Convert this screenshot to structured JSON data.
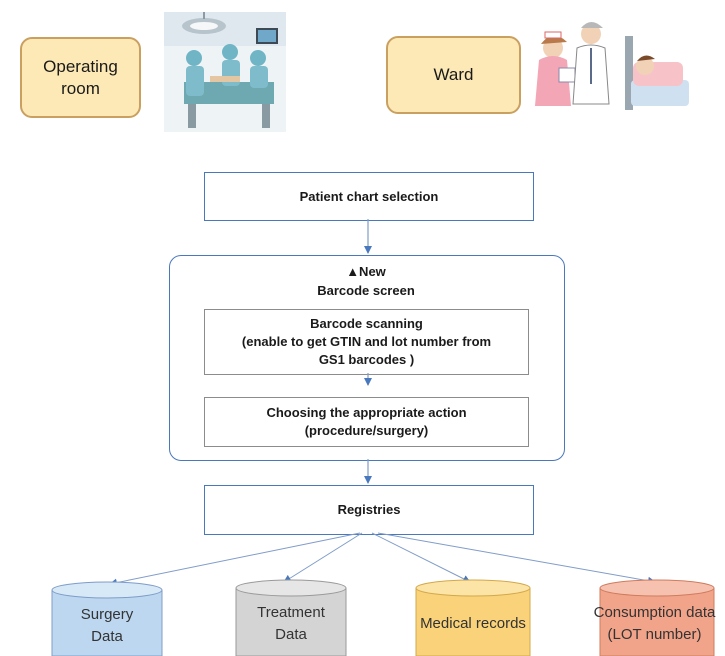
{
  "locations": {
    "operating_room": "Operating\nroom",
    "ward": "Ward"
  },
  "flow": {
    "patient_chart": "Patient chart selection",
    "new_marker": "▲New",
    "barcode_screen": "Barcode screen",
    "barcode_scanning": {
      "line1": "Barcode scanning",
      "line2": "(enable to get GTIN and lot number from",
      "line3": "GS1 barcodes )"
    },
    "choosing_action": {
      "line1": "Choosing the appropriate action",
      "line2": "(procedure/surgery)"
    },
    "registries": "Registries"
  },
  "databases": [
    {
      "line1": "Surgery",
      "line2": "Data",
      "color": "#bcd7ef"
    },
    {
      "line1": "Treatment",
      "line2": "Data",
      "color": "#d4d4d4"
    },
    {
      "line1": "Medical records",
      "line2": "",
      "color": "#fad27a"
    },
    {
      "line1": "Consumption data",
      "line2": "(LOT number)",
      "color": "#f1a48a"
    }
  ],
  "colors": {
    "flow_border": "#4a78bd",
    "location_fill": "#fde9b5"
  },
  "icons": [
    "operating-room-illustration",
    "ward-illustration"
  ]
}
